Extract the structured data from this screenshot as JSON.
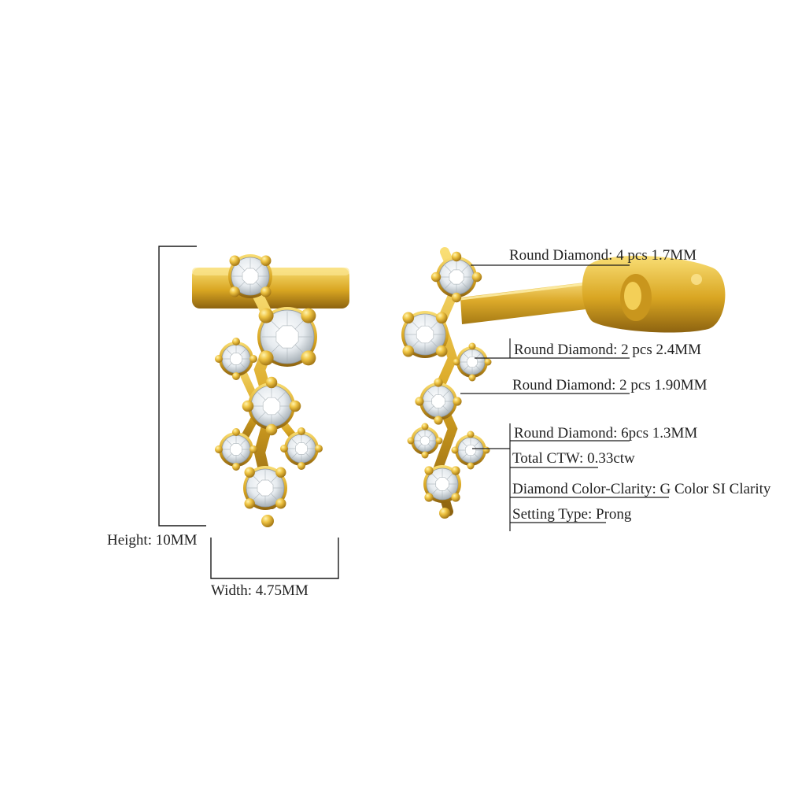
{
  "colors": {
    "background": "#ffffff",
    "gold": "#e2b12a",
    "gold_light": "#f8dc6e",
    "gold_dark": "#9c6f10",
    "diamond": "#eef2f5",
    "label_text": "#222222"
  },
  "measurements": {
    "height_key": "Height",
    "height_value": "10MM",
    "width_key": "Width",
    "width_value": "4.75MM"
  },
  "specs": [
    {
      "key": "Round Diamond",
      "value": "4 pcs 1.7MM"
    },
    {
      "key": "Round Diamond",
      "value": "2 pcs 2.4MM"
    },
    {
      "key": "Round Diamond",
      "value": "2 pcs 1.90MM"
    },
    {
      "key": "Round Diamond",
      "value": "6pcs 1.3MM"
    },
    {
      "key": "Total CTW",
      "value": "0.33ctw"
    },
    {
      "key": "Diamond Color-Clarity",
      "value": "G Color SI Clarity"
    },
    {
      "key": "Setting Type",
      "value": "Prong"
    }
  ],
  "product_images": [
    {
      "name": "earring-front-view"
    },
    {
      "name": "earring-side-view"
    }
  ]
}
